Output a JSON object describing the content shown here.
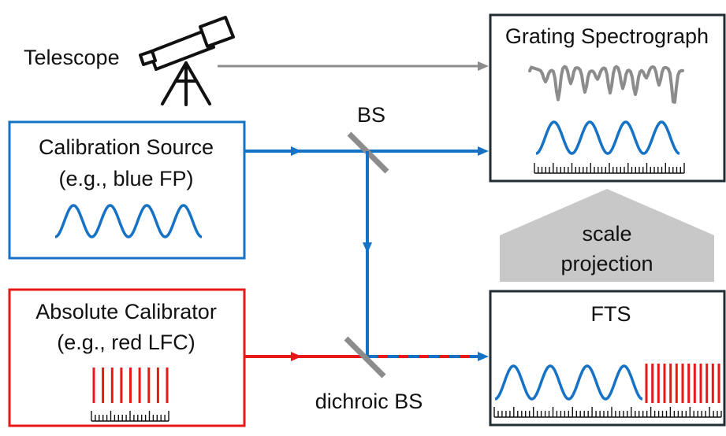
{
  "labels": {
    "telescope": "Telescope",
    "grating": "Grating Spectrograph",
    "calibration_line1": "Calibration Source",
    "calibration_line2": "(e.g., blue FP)",
    "bs": "BS",
    "absolute_line1": "Absolute Calibrator",
    "absolute_line2": "(e.g., red LFC)",
    "dichroic": "dichroic BS",
    "fts": "FTS",
    "scale_line1": "scale",
    "scale_line2": "projection"
  },
  "colors": {
    "blue": "#1672c4",
    "red": "#e81818",
    "gray": "#8c8c8c",
    "dark_border": "#1f2d33",
    "arrow_fill": "#c8c8c8"
  },
  "icons": [
    "telescope-icon"
  ]
}
